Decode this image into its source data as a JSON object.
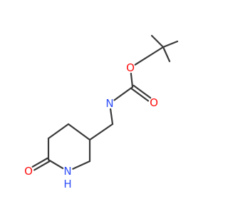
{
  "molecule": {
    "atoms": [
      {
        "id": "tb_me1",
        "label": ""
      },
      {
        "id": "tb_me2",
        "label": ""
      },
      {
        "id": "tb_me3",
        "label": ""
      },
      {
        "id": "tb_c",
        "label": ""
      },
      {
        "id": "o_ester",
        "label": "O",
        "color": "#ff0d0d"
      },
      {
        "id": "c_carbonyl",
        "label": ""
      },
      {
        "id": "o_carbonyl",
        "label": "O",
        "color": "#ff0d0d"
      },
      {
        "id": "n_carbamate",
        "label": "N",
        "color": "#3050f8"
      },
      {
        "id": "ch2",
        "label": ""
      },
      {
        "id": "ring_c3",
        "label": ""
      },
      {
        "id": "ring_c4",
        "label": ""
      },
      {
        "id": "ring_c5",
        "label": ""
      },
      {
        "id": "ring_c6",
        "label": ""
      },
      {
        "id": "o_lactam",
        "label": "O",
        "color": "#ff0d0d"
      },
      {
        "id": "n_ring",
        "label": "N",
        "color": "#3050f8"
      },
      {
        "id": "n_ring_h",
        "label": "H",
        "color": "#3050f8"
      },
      {
        "id": "ring_c2",
        "label": ""
      }
    ],
    "bonds": [
      {
        "a": "tb_me1",
        "b": "tb_c",
        "order": 1
      },
      {
        "a": "tb_me2",
        "b": "tb_c",
        "order": 1
      },
      {
        "a": "tb_me3",
        "b": "tb_c",
        "order": 1
      },
      {
        "a": "tb_c",
        "b": "o_ester",
        "order": 1
      },
      {
        "a": "o_ester",
        "b": "c_carbonyl",
        "order": 1
      },
      {
        "a": "c_carbonyl",
        "b": "o_carbonyl",
        "order": 2
      },
      {
        "a": "c_carbonyl",
        "b": "n_carbamate",
        "order": 1
      },
      {
        "a": "n_carbamate",
        "b": "ch2",
        "order": 1
      },
      {
        "a": "ch2",
        "b": "ring_c3",
        "order": 1
      },
      {
        "a": "ring_c3",
        "b": "ring_c4",
        "order": 1
      },
      {
        "a": "ring_c4",
        "b": "ring_c5",
        "order": 1
      },
      {
        "a": "ring_c5",
        "b": "ring_c6",
        "order": 1
      },
      {
        "a": "ring_c6",
        "b": "o_lactam",
        "order": 2
      },
      {
        "a": "ring_c6",
        "b": "n_ring",
        "order": 1
      },
      {
        "a": "n_ring",
        "b": "ring_c2",
        "order": 1
      },
      {
        "a": "ring_c2",
        "b": "ring_c3",
        "order": 1
      }
    ],
    "bond_color": "#3a3a3a"
  }
}
